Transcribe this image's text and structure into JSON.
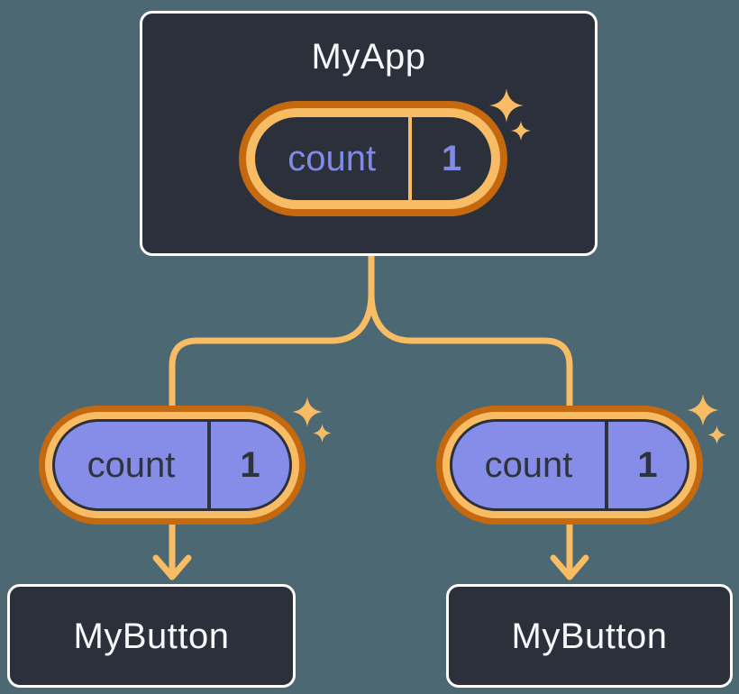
{
  "colors": {
    "bg": "#4C6872",
    "boxFill": "#2B303B",
    "boxBorder": "#FFFFFF",
    "textLight": "#F6F7F9",
    "orangeDark": "#C4690F",
    "orangeLight": "#F8BC64",
    "violet": "#868DE8",
    "violetText": "#818AE6",
    "navyText": "#2F333D"
  },
  "icons": {
    "sparkles": "sparkles-icon",
    "arrow_down": "arrow-down-icon"
  },
  "tree": {
    "root": {
      "title": "MyApp",
      "state": {
        "name": "count",
        "value": "1"
      }
    },
    "children": [
      {
        "title": "MyButton",
        "state": {
          "name": "count",
          "value": "1"
        }
      },
      {
        "title": "MyButton",
        "state": {
          "name": "count",
          "value": "1"
        }
      }
    ]
  }
}
